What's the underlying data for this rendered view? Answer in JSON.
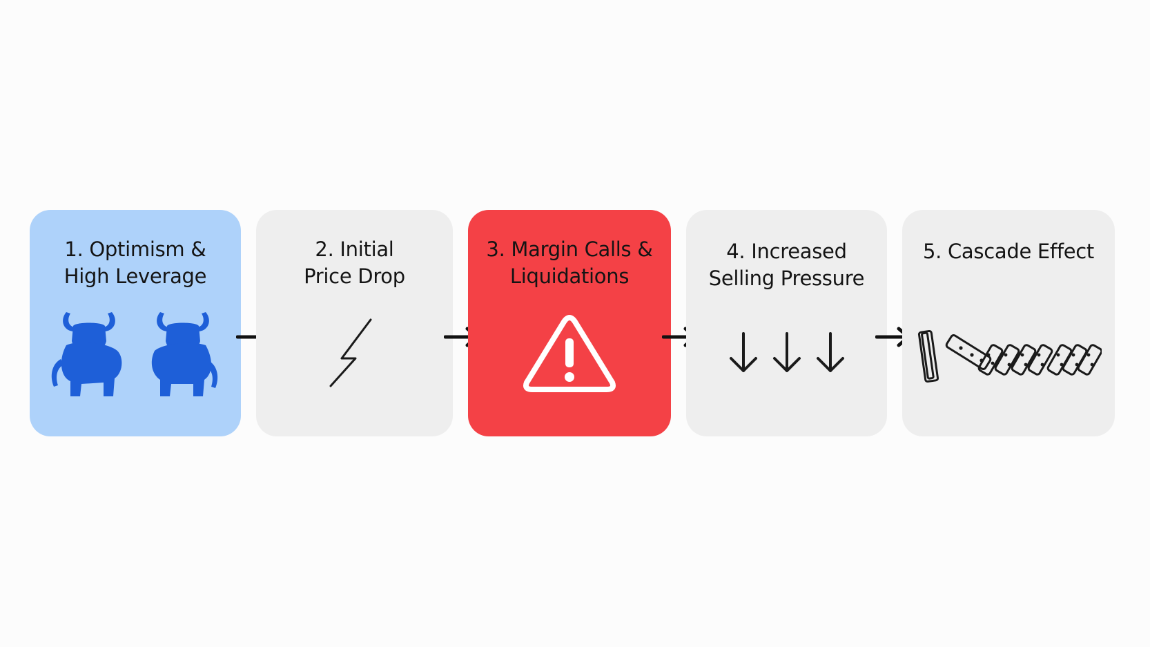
{
  "colors": {
    "background": "#fcfcfc",
    "neutral_card": "#eeeeee",
    "optimism_card": "#aed2fa",
    "alert_card": "#f44146",
    "bull_blue": "#1e5fd8",
    "text": "#141414",
    "arrow": "#111111",
    "line_art": "#1a1a1a",
    "alert_icon": "#ffffff"
  },
  "steps": [
    {
      "title": "1. Optimism &\nHigh Leverage",
      "icon": "bull-icon"
    },
    {
      "title": "2. Initial\nPrice Drop",
      "icon": "lightning-bolt-icon"
    },
    {
      "title": "3. Margin Calls &\nLiquidations",
      "icon": "warning-triangle-icon"
    },
    {
      "title": "4. Increased\nSelling Pressure",
      "icon": "down-arrow-icon"
    },
    {
      "title": "5. Cascade Effect",
      "icon": "falling-dominoes-icon"
    }
  ],
  "connectors": [
    {
      "icon": "right-arrow-icon"
    },
    {
      "icon": "right-arrow-icon"
    },
    {
      "icon": "right-arrow-icon"
    },
    {
      "icon": "right-arrow-icon"
    }
  ]
}
